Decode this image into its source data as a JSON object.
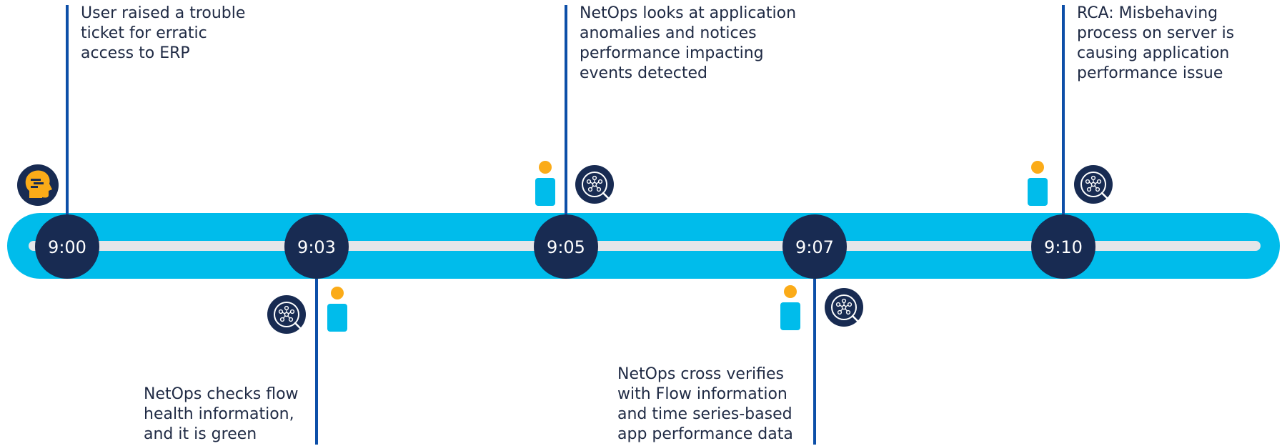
{
  "colors": {
    "band": "#00bceb",
    "track": "#e4e6e9",
    "node": "#182b52",
    "connector": "#0d4fa8",
    "person_head": "#fbab18",
    "person_body": "#00bceb",
    "user_icon_accent": "#fbab18",
    "text": "#1f2a44"
  },
  "events": [
    {
      "time": "9:00",
      "lines": [
        "User raised a trouble",
        "ticket for erratic",
        "access to ERP"
      ],
      "icons": [
        "user-head-icon"
      ]
    },
    {
      "time": "9:03",
      "lines": [
        "NetOps checks flow",
        "health information,",
        "and it is green"
      ],
      "icons": [
        "network-search-icon",
        "person-icon"
      ]
    },
    {
      "time": "9:05",
      "lines": [
        "NetOps looks at application",
        "anomalies and notices",
        "performance impacting",
        "events detected"
      ],
      "icons": [
        "person-icon",
        "network-search-icon"
      ]
    },
    {
      "time": "9:07",
      "lines": [
        "NetOps cross verifies",
        "with Flow information",
        "and time series-based",
        "app performance data"
      ],
      "icons": [
        "person-icon",
        "network-search-icon"
      ]
    },
    {
      "time": "9:10",
      "lines": [
        "RCA: Misbehaving",
        "process on server is",
        "causing application",
        "performance issue"
      ],
      "icons": [
        "person-icon",
        "network-search-icon"
      ]
    }
  ]
}
